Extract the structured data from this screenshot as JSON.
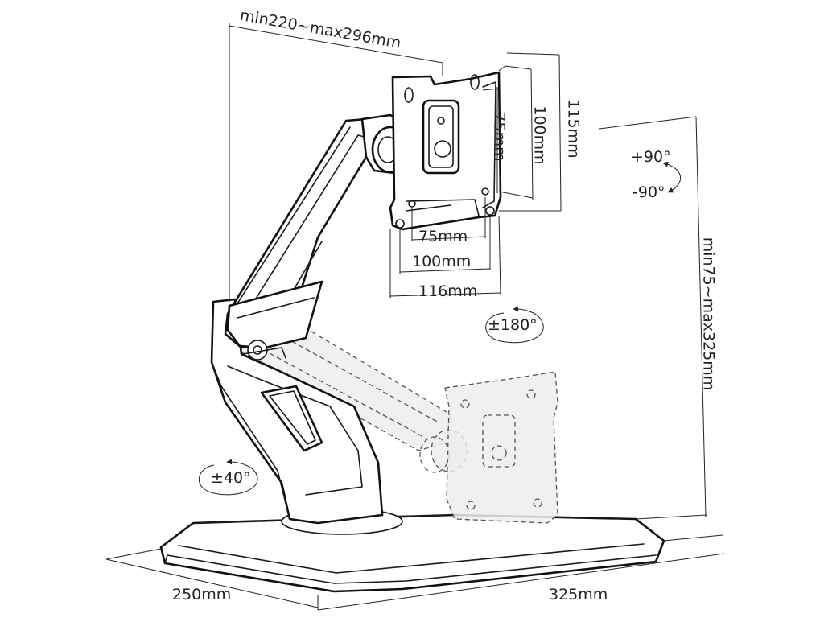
{
  "dimensions": {
    "arm_reach": "min220~max296mm",
    "height_range": "min75~max325mm",
    "vesa_v_75": "75mm",
    "vesa_v_100": "100mm",
    "plate_height": "115mm",
    "vesa_h_75": "75mm",
    "vesa_h_100": "100mm",
    "plate_width": "116mm",
    "base_depth": "250mm",
    "base_width": "325mm"
  },
  "rotations": {
    "rotate_plus": "+90°",
    "rotate_minus": "-90°",
    "swivel_plate": "±180°",
    "swivel_base": "±40°"
  },
  "colors": {
    "line": "#1a1a1a",
    "ghost": "#555555",
    "background": "#ffffff"
  },
  "icons": [
    "rotation-arrow-icon",
    "swivel-arrow-icon"
  ]
}
